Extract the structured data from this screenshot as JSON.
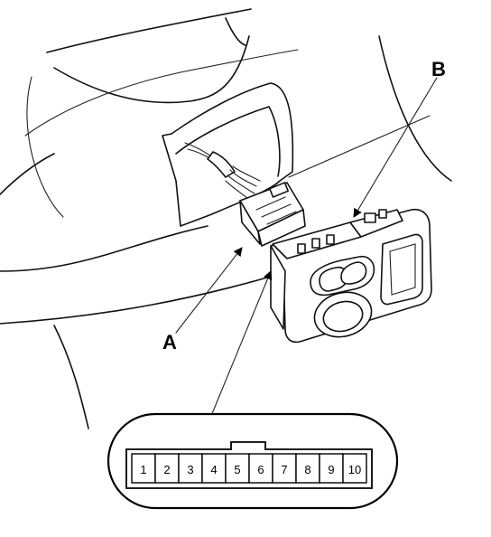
{
  "callouts": {
    "a": "A",
    "b": "B"
  },
  "connector": {
    "pins": [
      "1",
      "2",
      "3",
      "4",
      "5",
      "6",
      "7",
      "8",
      "9",
      "10"
    ]
  }
}
